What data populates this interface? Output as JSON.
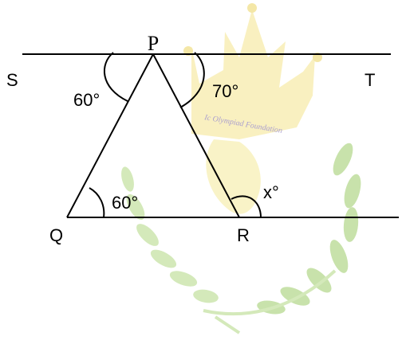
{
  "diagram": {
    "points": {
      "P": "P",
      "Q": "Q",
      "R": "R",
      "S": "S",
      "T": "T"
    },
    "angles": {
      "spq": "60°",
      "tpr": "70°",
      "pqr": "60°",
      "x": "x°"
    },
    "watermark": {
      "text": "Ic Olympiad Foundation"
    },
    "colors": {
      "line": "#000000",
      "watermark_crown": "#f4e48a",
      "watermark_wreath": "#b9d996",
      "watermark_text": "#8a78b8"
    }
  }
}
